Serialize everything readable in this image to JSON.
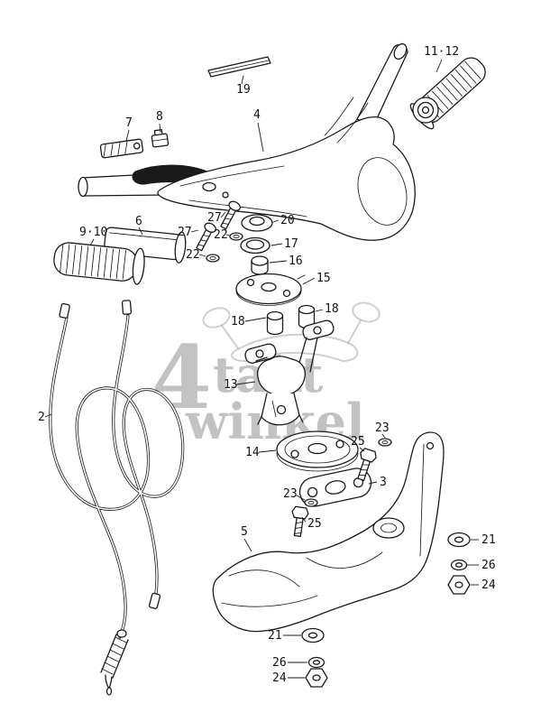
{
  "diagram": {
    "background_color": "#ffffff",
    "line_color": "#1a1a1a",
    "watermark": {
      "char": "4",
      "rest": "takt",
      "line2": "winkel",
      "color": "#9a9a9a"
    },
    "labels": [
      {
        "text": "19"
      },
      {
        "text": "4"
      },
      {
        "text": "11·12"
      },
      {
        "text": "7"
      },
      {
        "text": "8"
      },
      {
        "text": "9·10"
      },
      {
        "text": "6"
      },
      {
        "text": "27"
      },
      {
        "text": "22"
      },
      {
        "text": "27"
      },
      {
        "text": "22"
      },
      {
        "text": "20"
      },
      {
        "text": "17"
      },
      {
        "text": "16"
      },
      {
        "text": "15"
      },
      {
        "text": "18"
      },
      {
        "text": "18"
      },
      {
        "text": "13"
      },
      {
        "text": "2"
      },
      {
        "text": "14"
      },
      {
        "text": "25"
      },
      {
        "text": "23"
      },
      {
        "text": "23"
      },
      {
        "text": "3"
      },
      {
        "text": "25"
      },
      {
        "text": "5"
      },
      {
        "text": "21"
      },
      {
        "text": "26"
      },
      {
        "text": "24"
      },
      {
        "text": "21"
      },
      {
        "text": "26"
      },
      {
        "text": "24"
      }
    ]
  }
}
